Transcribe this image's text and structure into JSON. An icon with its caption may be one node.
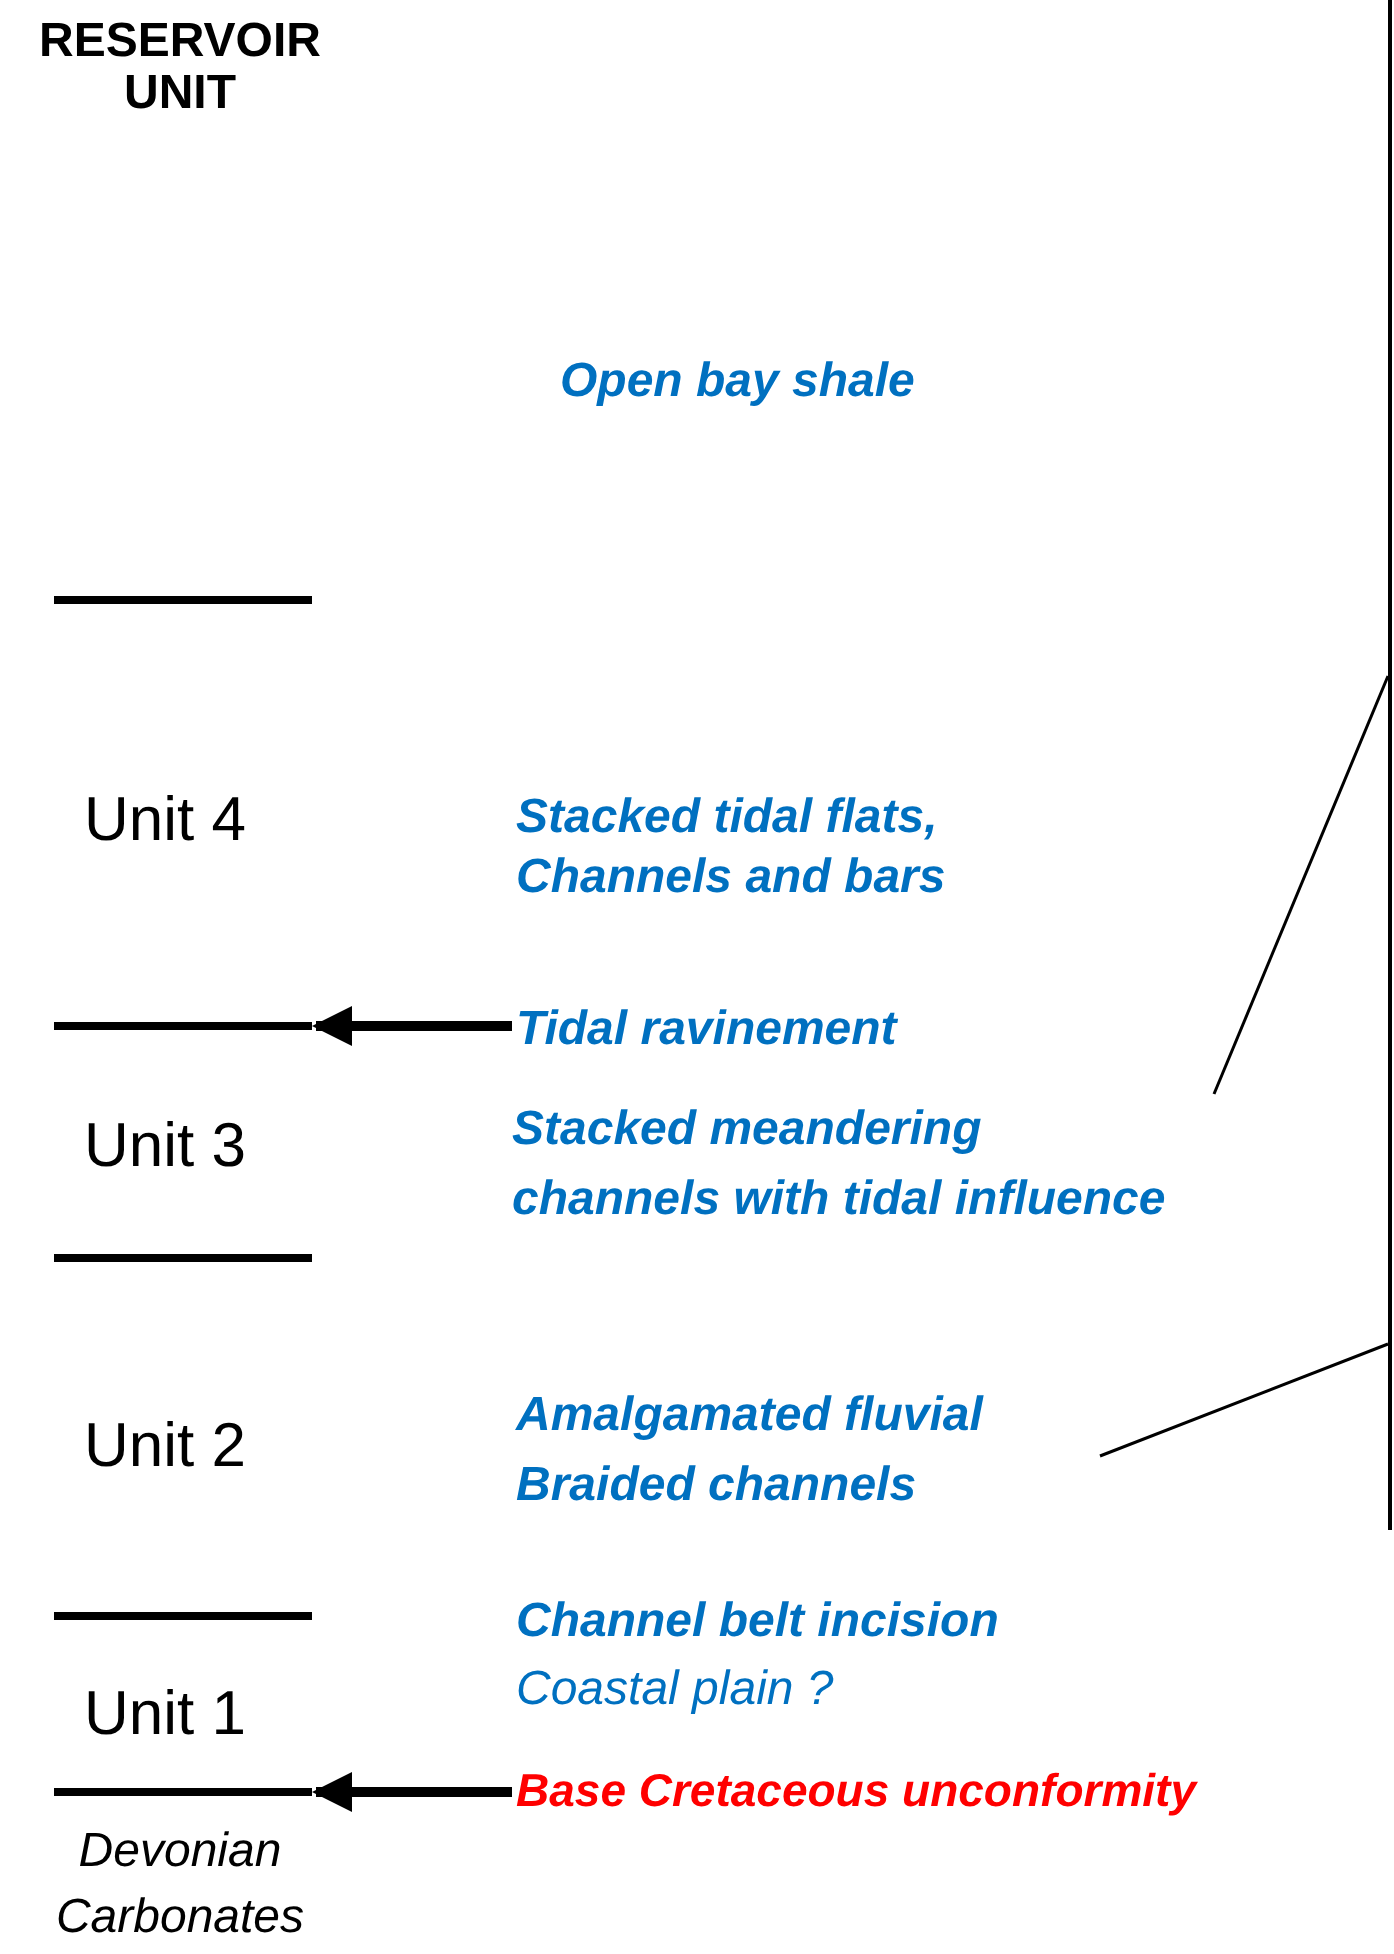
{
  "diagram": {
    "title": "RESERVOIR UNIT",
    "nodes": [
      {
        "text": [],
        "shape": "bar"
      },
      {
        "text": [],
        "shape": "bar"
      },
      {
        "text": [
          "Tidal ravinement"
        ]
      },
      {
        "text": [
          "Stacked meandering channels with tidal influence"
        ]
      },
      {
        "text": [],
        "shape": "bar"
      },
      {
        "text": [
          "Amalgamated fluvial Braided channels"
        ]
      },
      {
        "text": [],
        "shape": "bar"
      },
      {
        "text": [],
        "shape": "bar"
      },
      {
        "text": [
          "Base Cretaceous unconformity"
        ]
      },
      {
        "text": [],
        "shape": "bar"
      },
      {
        "text": [],
        "shape": "bar"
      }
    ],
    "edges": [
      {
        "from": 2,
        "to": 1,
        "arrow": "to",
        "style": "thick"
      },
      {
        "from": 8,
        "to": 7,
        "arrow": "to",
        "style": "thick"
      },
      {
        "from": 3,
        "to": 9,
        "arrow": "none"
      },
      {
        "from": 5,
        "to": 10,
        "arrow": "none"
      }
    ],
    "labels": [
      "Open bay shale",
      "Unit 4",
      "Stacked tidal flats, Channels and bars",
      "Unit 3",
      "Unit 2",
      "Channel belt incision",
      "Coastal plain ?",
      "Unit 1",
      "Devonian Carbonates"
    ]
  }
}
